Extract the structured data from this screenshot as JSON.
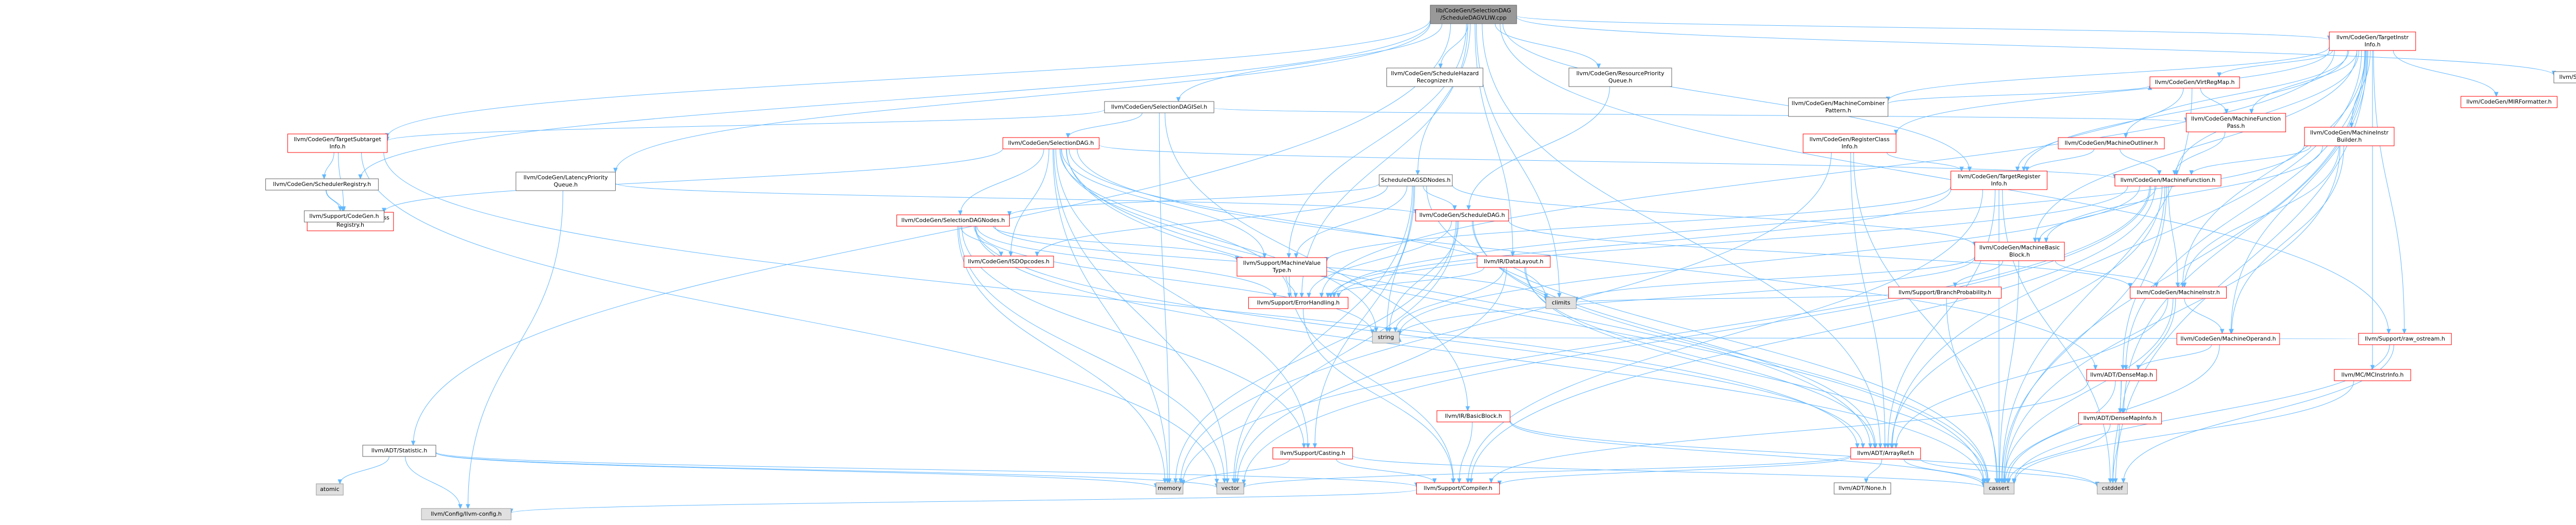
{
  "title": "",
  "colors": {
    "edge": "#63b8ff",
    "ref_border": "#ff0000",
    "plain_border": "#666666",
    "sys_border": "#999999",
    "sys_fill": "#e0e0e0",
    "root_fill": "#999999",
    "node_fill": "#ffffff"
  },
  "nodes": {
    "root": {
      "lines": [
        "lib/CodeGen/SelectionDAG",
        "/ScheduleDAGVLIW.cpp"
      ],
      "kind": "root"
    },
    "stat": {
      "lines": [
        "llvm/ADT/Statistic.h"
      ],
      "kind": "plain"
    },
    "tsub": {
      "lines": [
        "llvm/CodeGen/TargetSubtarget",
        "Info.h"
      ],
      "kind": "ref"
    },
    "schedreg": {
      "lines": [
        "llvm/CodeGen/SchedulerRegistry.h"
      ],
      "kind": "plain"
    },
    "mpr": {
      "lines": [
        "llvm/CodeGen/MachinePass",
        "Registry.h"
      ],
      "kind": "ref"
    },
    "cg": {
      "lines": [
        "llvm/Support/CodeGen.h"
      ],
      "kind": "plain"
    },
    "llp": {
      "lines": [
        "llvm/CodeGen/LatencyPriority",
        "Queue.h"
      ],
      "kind": "plain"
    },
    "sdisel": {
      "lines": [
        "llvm/CodeGen/SelectionDAGISel.h"
      ],
      "kind": "plain"
    },
    "sdag": {
      "lines": [
        "llvm/CodeGen/SelectionDAG.h"
      ],
      "kind": "ref"
    },
    "sdnodes": {
      "lines": [
        "llvm/CodeGen/SelectionDAGNodes.h"
      ],
      "kind": "ref"
    },
    "isd": {
      "lines": [
        "llvm/CodeGen/ISDOpcodes.h"
      ],
      "kind": "ref"
    },
    "hazard": {
      "lines": [
        "llvm/CodeGen/ScheduleHazard",
        "Recognizer.h"
      ],
      "kind": "plain"
    },
    "sdagsd": {
      "lines": [
        "ScheduleDAGSDNodes.h"
      ],
      "kind": "plain"
    },
    "sched": {
      "lines": [
        "llvm/CodeGen/ScheduleDAG.h"
      ],
      "kind": "ref"
    },
    "mvt": {
      "lines": [
        "llvm/Support/MachineValue",
        "Type.h"
      ],
      "kind": "ref"
    },
    "err": {
      "lines": [
        "llvm/Support/ErrorHandling.h"
      ],
      "kind": "ref"
    },
    "resprio": {
      "lines": [
        "llvm/CodeGen/ResourcePriority",
        "Queue.h"
      ],
      "kind": "plain"
    },
    "dl": {
      "lines": [
        "llvm/IR/DataLayout.h"
      ],
      "kind": "ref"
    },
    "bb": {
      "lines": [
        "llvm/IR/BasicBlock.h"
      ],
      "kind": "ref"
    },
    "casting": {
      "lines": [
        "llvm/Support/Casting.h"
      ],
      "kind": "ref"
    },
    "compiler": {
      "lines": [
        "llvm/Support/Compiler.h"
      ],
      "kind": "ref"
    },
    "llvmcfg": {
      "lines": [
        "llvm/Config/llvm-config.h"
      ],
      "kind": "sys"
    },
    "climits": {
      "lines": [
        "climits"
      ],
      "kind": "sys"
    },
    "string": {
      "lines": [
        "string"
      ],
      "kind": "sys"
    },
    "memory": {
      "lines": [
        "memory"
      ],
      "kind": "sys"
    },
    "vector": {
      "lines": [
        "vector"
      ],
      "kind": "sys"
    },
    "atomic": {
      "lines": [
        "atomic"
      ],
      "kind": "sys"
    },
    "cassert": {
      "lines": [
        "cassert"
      ],
      "kind": "sys"
    },
    "cstddef": {
      "lines": [
        "cstddef"
      ],
      "kind": "sys"
    },
    "none": {
      "lines": [
        "llvm/ADT/None.h"
      ],
      "kind": "plain"
    },
    "arrayref": {
      "lines": [
        "llvm/ADT/ArrayRef.h"
      ],
      "kind": "ref"
    },
    "densemap": {
      "lines": [
        "llvm/ADT/DenseMap.h"
      ],
      "kind": "ref"
    },
    "densemapinfo": {
      "lines": [
        "llvm/ADT/DenseMapInfo.h"
      ],
      "kind": "ref"
    },
    "tii": {
      "lines": [
        "llvm/CodeGen/TargetInstr",
        "Info.h"
      ],
      "kind": "ref"
    },
    "mcp": {
      "lines": [
        "llvm/CodeGen/MachineCombiner",
        "Pattern.h"
      ],
      "kind": "plain"
    },
    "vrm": {
      "lines": [
        "llvm/CodeGen/VirtRegMap.h"
      ],
      "kind": "ref"
    },
    "rci": {
      "lines": [
        "llvm/CodeGen/RegisterClass",
        "Info.h"
      ],
      "kind": "ref"
    },
    "mout": {
      "lines": [
        "llvm/CodeGen/MachineOutliner.h"
      ],
      "kind": "ref"
    },
    "mfp": {
      "lines": [
        "llvm/CodeGen/MachineFunction",
        "Pass.h"
      ],
      "kind": "ref"
    },
    "mib": {
      "lines": [
        "llvm/CodeGen/MachineInstr",
        "Builder.h"
      ],
      "kind": "ref"
    },
    "mirf": {
      "lines": [
        "llvm/CodeGen/MIRFormatter.h"
      ],
      "kind": "ref"
    },
    "tri": {
      "lines": [
        "llvm/CodeGen/TargetRegister",
        "Info.h"
      ],
      "kind": "ref"
    },
    "mf": {
      "lines": [
        "llvm/CodeGen/MachineFunction.h"
      ],
      "kind": "ref"
    },
    "mbb": {
      "lines": [
        "llvm/CodeGen/MachineBasic",
        "Block.h"
      ],
      "kind": "ref"
    },
    "bprob": {
      "lines": [
        "llvm/Support/BranchProbability.h"
      ],
      "kind": "ref"
    },
    "mi": {
      "lines": [
        "llvm/CodeGen/MachineInstr.h"
      ],
      "kind": "ref"
    },
    "mo": {
      "lines": [
        "llvm/CodeGen/MachineOperand.h"
      ],
      "kind": "ref"
    },
    "mcinst": {
      "lines": [
        "llvm/MC/MCInstrInfo.h"
      ],
      "kind": "ref"
    },
    "raw": {
      "lines": [
        "llvm/Support/raw_ostream.h"
      ],
      "kind": "ref"
    },
    "debug": {
      "lines": [
        "llvm/Support/Debug.h"
      ],
      "kind": "plain"
    }
  },
  "edges": [
    [
      "root",
      "stat"
    ],
    [
      "root",
      "tsub"
    ],
    [
      "root",
      "schedreg"
    ],
    [
      "root",
      "llp"
    ],
    [
      "root",
      "sdisel"
    ],
    [
      "root",
      "sdagsd"
    ],
    [
      "root",
      "hazard"
    ],
    [
      "root",
      "resprio"
    ],
    [
      "root",
      "dl"
    ],
    [
      "root",
      "tii"
    ],
    [
      "root",
      "tri"
    ],
    [
      "root",
      "climits"
    ],
    [
      "root",
      "debug"
    ],
    [
      "root",
      "raw"
    ],
    [
      "root",
      "err"
    ],
    [
      "root",
      "mvt"
    ],
    [
      "root",
      "arrayref"
    ],
    [
      "stat",
      "atomic"
    ],
    [
      "stat",
      "memory"
    ],
    [
      "stat",
      "vector"
    ],
    [
      "stat",
      "compiler"
    ],
    [
      "stat",
      "llvmcfg"
    ],
    [
      "tsub",
      "schedreg"
    ],
    [
      "tsub",
      "cg"
    ],
    [
      "tsub",
      "vector"
    ],
    [
      "tsub",
      "arrayref"
    ],
    [
      "schedreg",
      "mpr"
    ],
    [
      "schedreg",
      "cg"
    ],
    [
      "llp",
      "sched"
    ],
    [
      "llp",
      "llvmcfg"
    ],
    [
      "sdisel",
      "tsub"
    ],
    [
      "sdisel",
      "sdag"
    ],
    [
      "sdisel",
      "bb"
    ],
    [
      "sdisel",
      "memory"
    ],
    [
      "sdisel",
      "mfp"
    ],
    [
      "sdag",
      "sdnodes"
    ],
    [
      "sdag",
      "isd"
    ],
    [
      "sdag",
      "mf"
    ],
    [
      "sdag",
      "mvt"
    ],
    [
      "sdag",
      "err"
    ],
    [
      "sdag",
      "cg"
    ],
    [
      "sdag",
      "casting"
    ],
    [
      "sdag",
      "vector"
    ],
    [
      "sdag",
      "memory"
    ],
    [
      "sdag",
      "cassert"
    ],
    [
      "sdag",
      "climits"
    ],
    [
      "sdag",
      "densemap"
    ],
    [
      "sdag",
      "arrayref"
    ],
    [
      "sdag",
      "string"
    ],
    [
      "sdnodes",
      "isd"
    ],
    [
      "sdnodes",
      "mvt"
    ],
    [
      "sdnodes",
      "err"
    ],
    [
      "sdnodes",
      "casting"
    ],
    [
      "sdnodes",
      "climits"
    ],
    [
      "sdnodes",
      "cassert"
    ],
    [
      "sdnodes",
      "vector"
    ],
    [
      "sdnodes",
      "string"
    ],
    [
      "sdnodes",
      "arrayref"
    ],
    [
      "sdnodes",
      "memory"
    ],
    [
      "sdagsd",
      "sdnodes"
    ],
    [
      "sdagsd",
      "sched"
    ],
    [
      "sdagsd",
      "isd"
    ],
    [
      "sdagsd",
      "mbb"
    ],
    [
      "sdagsd",
      "mvt"
    ],
    [
      "sdagsd",
      "casting"
    ],
    [
      "sdagsd",
      "cassert"
    ],
    [
      "sdagsd",
      "string"
    ],
    [
      "sdagsd",
      "vector"
    ],
    [
      "sched",
      "mi"
    ],
    [
      "sched",
      "err"
    ],
    [
      "sched",
      "cassert"
    ],
    [
      "sched",
      "string"
    ],
    [
      "sched",
      "vector"
    ],
    [
      "sched",
      "memory"
    ],
    [
      "sched",
      "arrayref"
    ],
    [
      "mvt",
      "err"
    ],
    [
      "mvt",
      "compiler"
    ],
    [
      "err",
      "compiler"
    ],
    [
      "resprio",
      "sched"
    ],
    [
      "dl",
      "err"
    ],
    [
      "dl",
      "string"
    ],
    [
      "dl",
      "cassert"
    ],
    [
      "dl",
      "arrayref"
    ],
    [
      "dl",
      "vector"
    ],
    [
      "bb",
      "compiler"
    ],
    [
      "bb",
      "cassert"
    ],
    [
      "bb",
      "cstddef"
    ],
    [
      "casting",
      "compiler"
    ],
    [
      "casting",
      "cassert"
    ],
    [
      "casting",
      "memory"
    ],
    [
      "compiler",
      "llvmcfg"
    ],
    [
      "arrayref",
      "compiler"
    ],
    [
      "arrayref",
      "cassert"
    ],
    [
      "arrayref",
      "none"
    ],
    [
      "arrayref",
      "vector"
    ],
    [
      "arrayref",
      "cstddef"
    ],
    [
      "densemap",
      "densemapinfo"
    ],
    [
      "densemap",
      "compiler"
    ],
    [
      "densemap",
      "cassert"
    ],
    [
      "densemap",
      "cstddef"
    ],
    [
      "densemapinfo",
      "cassert"
    ],
    [
      "densemapinfo",
      "cstddef"
    ],
    [
      "tii",
      "mcp"
    ],
    [
      "tii",
      "vrm"
    ],
    [
      "tii",
      "rci"
    ],
    [
      "tii",
      "mout"
    ],
    [
      "tii",
      "mfp"
    ],
    [
      "tii",
      "mib"
    ],
    [
      "tii",
      "mirf"
    ],
    [
      "tii",
      "tri"
    ],
    [
      "tii",
      "mf"
    ],
    [
      "tii",
      "mbb"
    ],
    [
      "tii",
      "mi"
    ],
    [
      "tii",
      "mo"
    ],
    [
      "tii",
      "mcinst"
    ],
    [
      "tii",
      "raw"
    ],
    [
      "tii",
      "err"
    ],
    [
      "tii",
      "arrayref"
    ],
    [
      "tii",
      "densemap"
    ],
    [
      "tii",
      "densemapinfo"
    ],
    [
      "tii",
      "cassert"
    ],
    [
      "tii",
      "cstddef"
    ],
    [
      "mcp",
      "vrm"
    ],
    [
      "vrm",
      "mfp"
    ],
    [
      "vrm",
      "tri"
    ],
    [
      "vrm",
      "cassert"
    ],
    [
      "rci",
      "tri"
    ],
    [
      "rci",
      "arrayref"
    ],
    [
      "rci",
      "memory"
    ],
    [
      "rci",
      "cassert"
    ],
    [
      "mout",
      "tri"
    ],
    [
      "mout",
      "mf"
    ],
    [
      "mfp",
      "mf"
    ],
    [
      "mib",
      "mf"
    ],
    [
      "mib",
      "mbb"
    ],
    [
      "mib",
      "mi"
    ],
    [
      "mib",
      "mo"
    ],
    [
      "mib",
      "err"
    ],
    [
      "mib",
      "cassert"
    ],
    [
      "mib",
      "cstdint"
    ],
    [
      "tri",
      "mvt"
    ],
    [
      "tri",
      "err"
    ],
    [
      "tri",
      "arrayref"
    ],
    [
      "tri",
      "cassert"
    ],
    [
      "tri",
      "compiler"
    ],
    [
      "tri",
      "cstddef"
    ],
    [
      "mf",
      "mbb"
    ],
    [
      "mf",
      "mi"
    ],
    [
      "mf",
      "err"
    ],
    [
      "mf",
      "arrayref"
    ],
    [
      "mf",
      "densemap"
    ],
    [
      "mf",
      "compiler"
    ],
    [
      "mf",
      "cassert"
    ],
    [
      "mf",
      "vector"
    ],
    [
      "mf",
      "memory"
    ],
    [
      "mf",
      "string"
    ],
    [
      "mbb",
      "bprob"
    ],
    [
      "mbb",
      "mi"
    ],
    [
      "mbb",
      "climits"
    ],
    [
      "mbb",
      "cassert"
    ],
    [
      "mbb",
      "string"
    ],
    [
      "bprob",
      "climits"
    ],
    [
      "bprob",
      "cassert"
    ],
    [
      "mi",
      "densemapinfo"
    ],
    [
      "mi",
      "mo"
    ],
    [
      "mi",
      "arrayref"
    ],
    [
      "mi",
      "cassert"
    ],
    [
      "mo",
      "densemap"
    ],
    [
      "mo",
      "cassert"
    ],
    [
      "mcinst",
      "cassert"
    ],
    [
      "raw",
      "string"
    ],
    [
      "raw",
      "cassert"
    ],
    [
      "raw",
      "cstddef"
    ]
  ]
}
